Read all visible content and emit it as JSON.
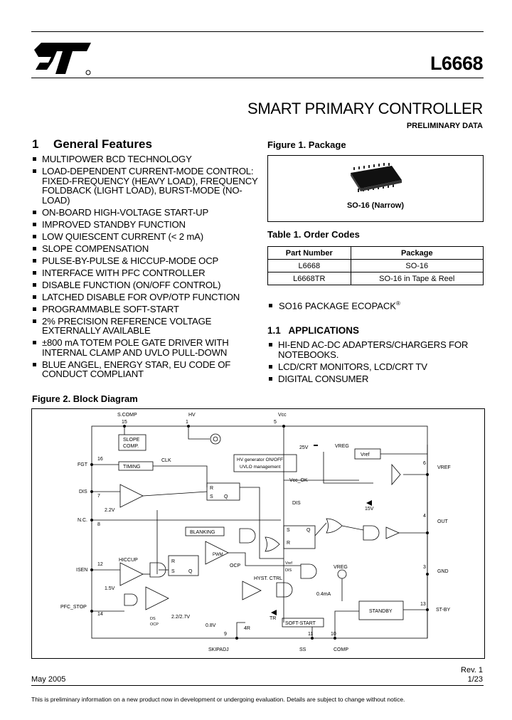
{
  "header": {
    "part_number": "L6668",
    "logo_text": "ST",
    "title": "SMART PRIMARY CONTROLLER",
    "status": "PRELIMINARY DATA"
  },
  "section1": {
    "number": "1",
    "title": "General Features",
    "features": [
      "MULTIPOWER BCD TECHNOLOGY",
      "LOAD-DEPENDENT CURRENT-MODE CONTROL: FIXED-FREQUENCY (HEAVY LOAD), FREQUENCY FOLDBACK (LIGHT LOAD), BURST-MODE (NO-LOAD)",
      "ON-BOARD HIGH-VOLTAGE START-UP",
      "IMPROVED STANDBY FUNCTION",
      "LOW QUIESCENT CURRENT (< 2 mA)",
      "SLOPE COMPENSATION",
      "PULSE-BY-PULSE & HICCUP-MODE OCP",
      "INTERFACE WITH PFC CONTROLLER",
      "DISABLE FUNCTION (ON/OFF CONTROL)",
      "LATCHED DISABLE FOR OVP/OTP FUNCTION",
      "PROGRAMMABLE SOFT-START",
      "2% PRECISION REFERENCE VOLTAGE EXTERNALLY AVAILABLE",
      "±800 mA TOTEM POLE GATE DRIVER WITH INTERNAL CLAMP AND UVLO PULL-DOWN",
      "BLUE ANGEL, ENERGY STAR, EU CODE OF CONDUCT COMPLIANT"
    ]
  },
  "figure1": {
    "caption": "Figure 1. Package",
    "package_label": "SO-16 (Narrow)"
  },
  "table1": {
    "caption": "Table 1. Order Codes",
    "headers": [
      "Part Number",
      "Package"
    ],
    "rows": [
      [
        "L6668",
        "SO-16"
      ],
      [
        "L6668TR",
        "SO-16 in Tape & Reel"
      ]
    ]
  },
  "ecopack": {
    "text": "SO16 PACKAGE ECOPACK",
    "mark": "®"
  },
  "section11": {
    "title": "1.1   APPLICATIONS",
    "items": [
      "HI-END AC-DC ADAPTERS/CHARGERS FOR NOTEBOOKS.",
      "LCD/CRT MONITORS, LCD/CRT TV",
      "DIGITAL CONSUMER"
    ]
  },
  "figure2": {
    "caption": "Figure 2. Block Diagram",
    "pins": {
      "scomp": "S.COMP",
      "hv": "HV",
      "vcc": "Vcc",
      "fgt": "FGT",
      "dis": "DIS",
      "nc": "N.C.",
      "isen": "ISEN",
      "pfc_stop": "PFC_STOP",
      "skipadj": "SKIPADJ",
      "ss": "SS",
      "comp": "COMP",
      "vref": "VREF",
      "out": "OUT",
      "gnd": "GND",
      "st_by": "ST-BY"
    },
    "pin_numbers": {
      "scomp": "15",
      "hv": "1",
      "vcc": "5",
      "fgt": "16",
      "dis": "7",
      "nc": "8",
      "isen": "12",
      "pfc_stop": "14",
      "skipadj": "9",
      "ss": "11",
      "comp": "10",
      "vref": "6",
      "out": "4",
      "gnd": "3",
      "st_by": "13"
    },
    "blocks": {
      "slope_comp_1": "SLOPE",
      "slope_comp_2": "COMP.",
      "timing": "TIMING",
      "clk": "CLK",
      "hv_gen_1": "HV generator ON/OFF",
      "hv_gen_2": "UVLO management",
      "vreg": "VREG",
      "vref_block": "Vref",
      "v25": "25V",
      "vcc_ok": "Vcc_OK",
      "blanking": "BLANKING",
      "hiccup": "HICCUP",
      "pwm": "PWM",
      "ocp": "OCP",
      "hyst_ctrl": "HYST. CTRL",
      "standby": "STANDBY",
      "soft_start": "SOFT-START",
      "r": "R",
      "s": "S",
      "q": "Q",
      "dis_label": "DIS",
      "v22": "2.2V",
      "v15": "1.5V",
      "v15b": "15V",
      "v08": "0.8V",
      "r4": "4R",
      "tr": "TR",
      "i04": "0.4mA",
      "v22_27": "2.2/2.7V",
      "ds": "DS",
      "ocp_small": "OCP",
      "vreg_small": "VREG",
      "vref_small": "Vref"
    }
  },
  "footer": {
    "date": "May 2005",
    "rev": "Rev. 1",
    "page": "1/23",
    "disclaimer": "This is preliminary information on a new product now in development or undergoing evaluation. Details are subject to change without notice."
  }
}
